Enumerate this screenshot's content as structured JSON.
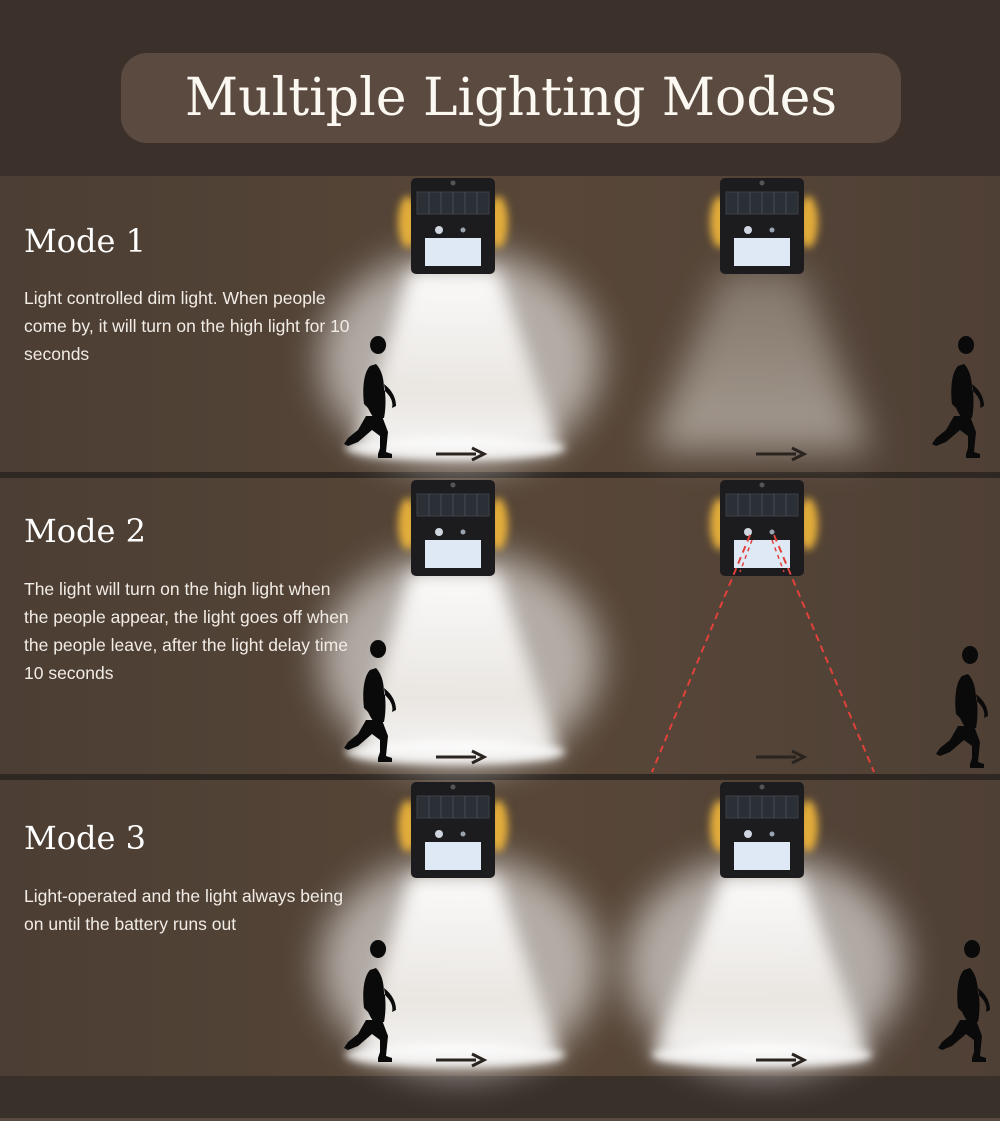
{
  "title": "Multiple Lighting Modes",
  "colors": {
    "background": "#3d332c",
    "panel": "#584738",
    "title_pill": "#5a4a3f",
    "sensor_beam": "#e0413a",
    "warm_glow": "#f2b83a"
  },
  "modes": [
    {
      "title": "Mode 1",
      "description": "Light controlled dim light. When people come by, it will turn on the high light for 10 seconds"
    },
    {
      "title": "Mode 2",
      "description": "The light will turn on the high light when the people appear, the light goes off when the people leave, after the light delay time 10 seconds"
    },
    {
      "title": "Mode 3",
      "description": "Light-operated and the light always being on until the battery runs out"
    }
  ],
  "icons": [
    "solar-lamp-icon",
    "walking-person-icon",
    "arrow-right-icon",
    "motion-sensor-beam-icon"
  ]
}
